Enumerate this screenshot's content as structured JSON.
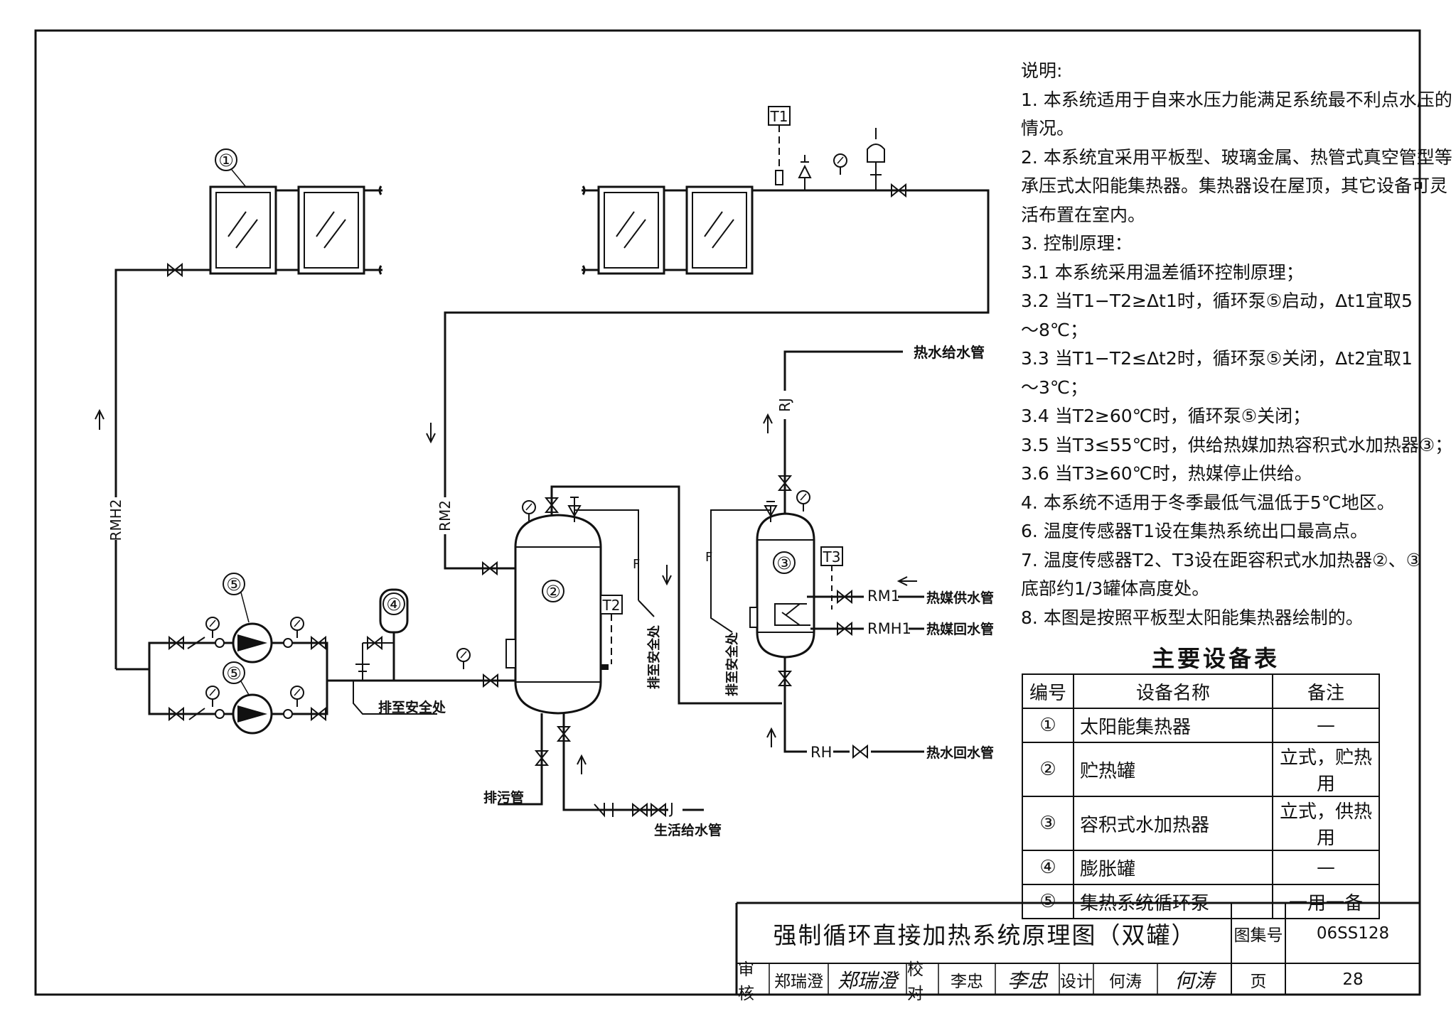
{
  "labels": {
    "rmh2": "RMH2",
    "rm2": "RM2",
    "rj": "RJ",
    "f": "F",
    "rm1": "RM1",
    "rmh1": "RMH1",
    "rh": "RH",
    "j": "J",
    "t1": "T1",
    "t2": "T2",
    "t3": "T3",
    "hot_supply": "热水给水管",
    "hot_return": "热水回水管",
    "heat_supply": "热媒供水管",
    "heat_return": "热媒回水管",
    "drain_safe": "排至安全处",
    "sewage": "排污管",
    "domestic": "生活给水管"
  },
  "equipment_markers": [
    "①",
    "②",
    "③",
    "④",
    "⑤"
  ],
  "notes": [
    "说明:",
    "1. 本系统适用于自来水压力能满足系统最不利点水压的",
    "情况。",
    "2. 本系统宜采用平板型、玻璃金属、热管式真空管型等",
    "承压式太阳能集热器。集热器设在屋顶，其它设备可灵",
    "活布置在室内。",
    "3. 控制原理：",
    "3.1 本系统采用温差循环控制原理；",
    "3.2 当T1−T2≥Δt1时，循环泵⑤启动，Δt1宜取5",
    "～8℃；",
    "3.3 当T1−T2≤Δt2时，循环泵⑤关闭，Δt2宜取1",
    "～3℃；",
    "3.4 当T2≥60℃时，循环泵⑤关闭；",
    "3.5 当T3≤55℃时，供给热媒加热容积式水加热器③；",
    "3.6 当T3≥60℃时，热媒停止供给。",
    "4. 本系统不适用于冬季最低气温低于5℃地区。",
    "6. 温度传感器T1设在集热系统出口最高点。",
    "7. 温度传感器T2、T3设在距容积式水加热器②、③",
    "底部约1/3罐体高度处。",
    "8. 本图是按照平板型太阳能集热器绘制的。"
  ],
  "equipment_table": {
    "title": "主要设备表",
    "headers": [
      "编号",
      "设备名称",
      "备注"
    ],
    "rows": [
      [
        "①",
        "太阳能集热器",
        "—"
      ],
      [
        "②",
        "贮热罐",
        "立式，贮热用"
      ],
      [
        "③",
        "容积式水加热器",
        "立式，供热用"
      ],
      [
        "④",
        "膨胀罐",
        "—"
      ],
      [
        "⑤",
        "集热系统循环泵",
        "一用一备"
      ]
    ]
  },
  "title_block": {
    "title": "强制循环直接加热系统原理图（双罐）",
    "atlas_label": "图集号",
    "atlas_no": "06SS128",
    "review_label": "审核",
    "reviewer": "郑瑞澄",
    "reviewer_sig": "郑瑞澄",
    "check_label": "校对",
    "checker": "李忠",
    "checker_sig": "李忠",
    "design_label": "设计",
    "designer": "何涛",
    "designer_sig": "何涛",
    "page_label": "页",
    "page_no": "28"
  }
}
